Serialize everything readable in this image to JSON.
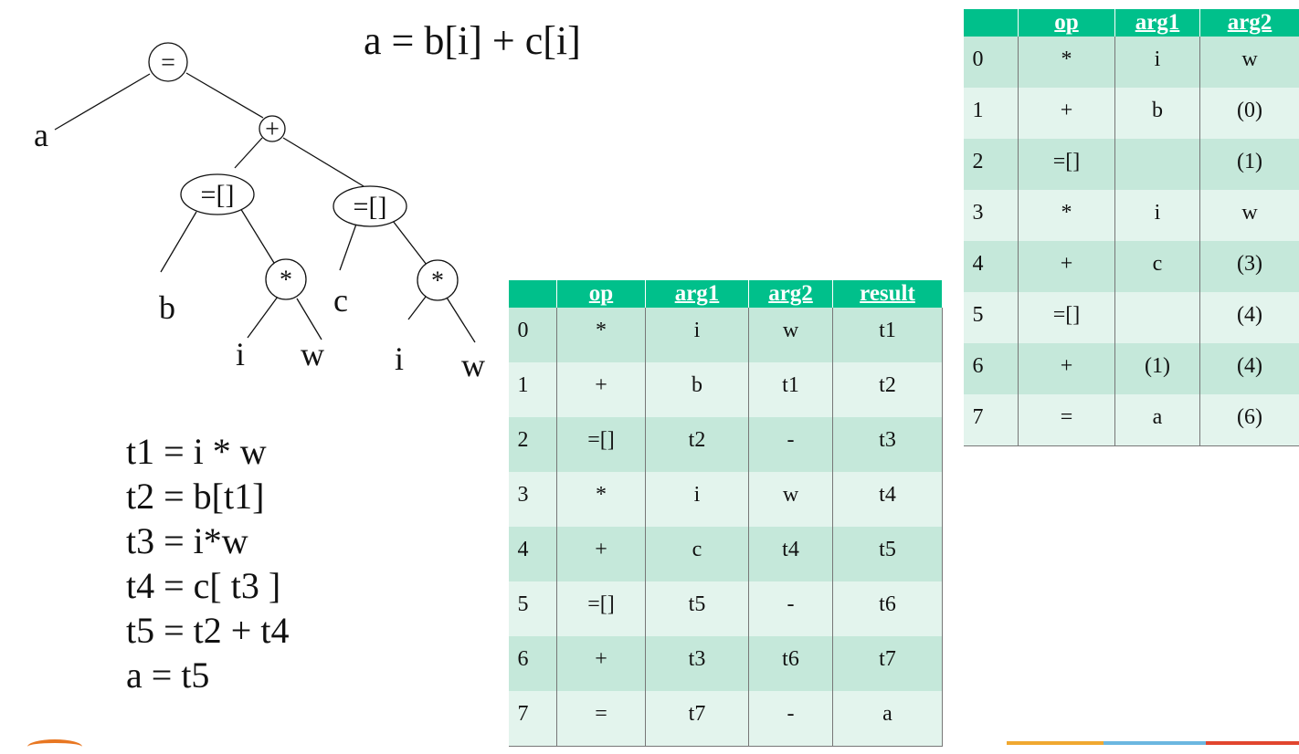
{
  "title_expression": "a = b[i] + c[i]",
  "syntax_tree": {
    "nodes": [
      {
        "id": "assign",
        "label": "=",
        "circled": true
      },
      {
        "id": "a",
        "label": "a",
        "circled": false
      },
      {
        "id": "plus",
        "label": "+",
        "circled": true
      },
      {
        "id": "idx1",
        "label": "=[]",
        "circled": true
      },
      {
        "id": "idx2",
        "label": "=[]",
        "circled": true
      },
      {
        "id": "b",
        "label": "b",
        "circled": false
      },
      {
        "id": "c",
        "label": "c",
        "circled": false
      },
      {
        "id": "mul1",
        "label": "*",
        "circled": true
      },
      {
        "id": "mul2",
        "label": "*",
        "circled": true
      },
      {
        "id": "i1",
        "label": "i",
        "circled": false
      },
      {
        "id": "w1",
        "label": "w",
        "circled": false
      },
      {
        "id": "i2",
        "label": "i",
        "circled": false
      },
      {
        "id": "w2",
        "label": "w",
        "circled": false
      }
    ],
    "edges": [
      [
        "assign",
        "a"
      ],
      [
        "assign",
        "plus"
      ],
      [
        "plus",
        "idx1"
      ],
      [
        "plus",
        "idx2"
      ],
      [
        "idx1",
        "b"
      ],
      [
        "idx1",
        "mul1"
      ],
      [
        "idx2",
        "c"
      ],
      [
        "idx2",
        "mul2"
      ],
      [
        "mul1",
        "i1"
      ],
      [
        "mul1",
        "w1"
      ],
      [
        "mul2",
        "i2"
      ],
      [
        "mul2",
        "w2"
      ]
    ]
  },
  "three_address_code": [
    "t1 = i * w",
    "t2 = b[t1]",
    "t3 = i*w",
    "t4 = c[ t3 ]",
    "t5 = t2 + t4",
    "a = t5"
  ],
  "quadruples": {
    "headers": [
      "",
      "op",
      "arg1",
      "arg2",
      "result"
    ],
    "rows": [
      [
        "0",
        "*",
        "i",
        "w",
        "t1"
      ],
      [
        "1",
        "+",
        "b",
        "t1",
        "t2"
      ],
      [
        "2",
        "=[]",
        "t2",
        "-",
        "t3"
      ],
      [
        "3",
        "*",
        "i",
        "w",
        "t4"
      ],
      [
        "4",
        "+",
        "c",
        "t4",
        "t5"
      ],
      [
        "5",
        "=[]",
        "t5",
        "-",
        "t6"
      ],
      [
        "6",
        "+",
        "t3",
        "t6",
        "t7"
      ],
      [
        "7",
        "=",
        "t7",
        "-",
        "a"
      ]
    ]
  },
  "triples": {
    "headers": [
      "",
      "op",
      "arg1",
      "arg2"
    ],
    "rows": [
      [
        "0",
        "*",
        "i",
        "w"
      ],
      [
        "1",
        "+",
        "b",
        "(0)"
      ],
      [
        "2",
        "=[]",
        "",
        "(1)"
      ],
      [
        "3",
        "*",
        "i",
        "w"
      ],
      [
        "4",
        "+",
        "c",
        "(3)"
      ],
      [
        "5",
        "=[]",
        "",
        "(4)"
      ],
      [
        "6",
        "+",
        "(1)",
        "(4)"
      ],
      [
        "7",
        "=",
        "a",
        "(6)"
      ]
    ]
  },
  "colors": {
    "header": "#00c08b",
    "row_dark": "#c5e8da",
    "row_light": "#e3f4ed",
    "footer_bar": [
      "#f0a830",
      "#6bb7e0",
      "#e2452e"
    ]
  }
}
